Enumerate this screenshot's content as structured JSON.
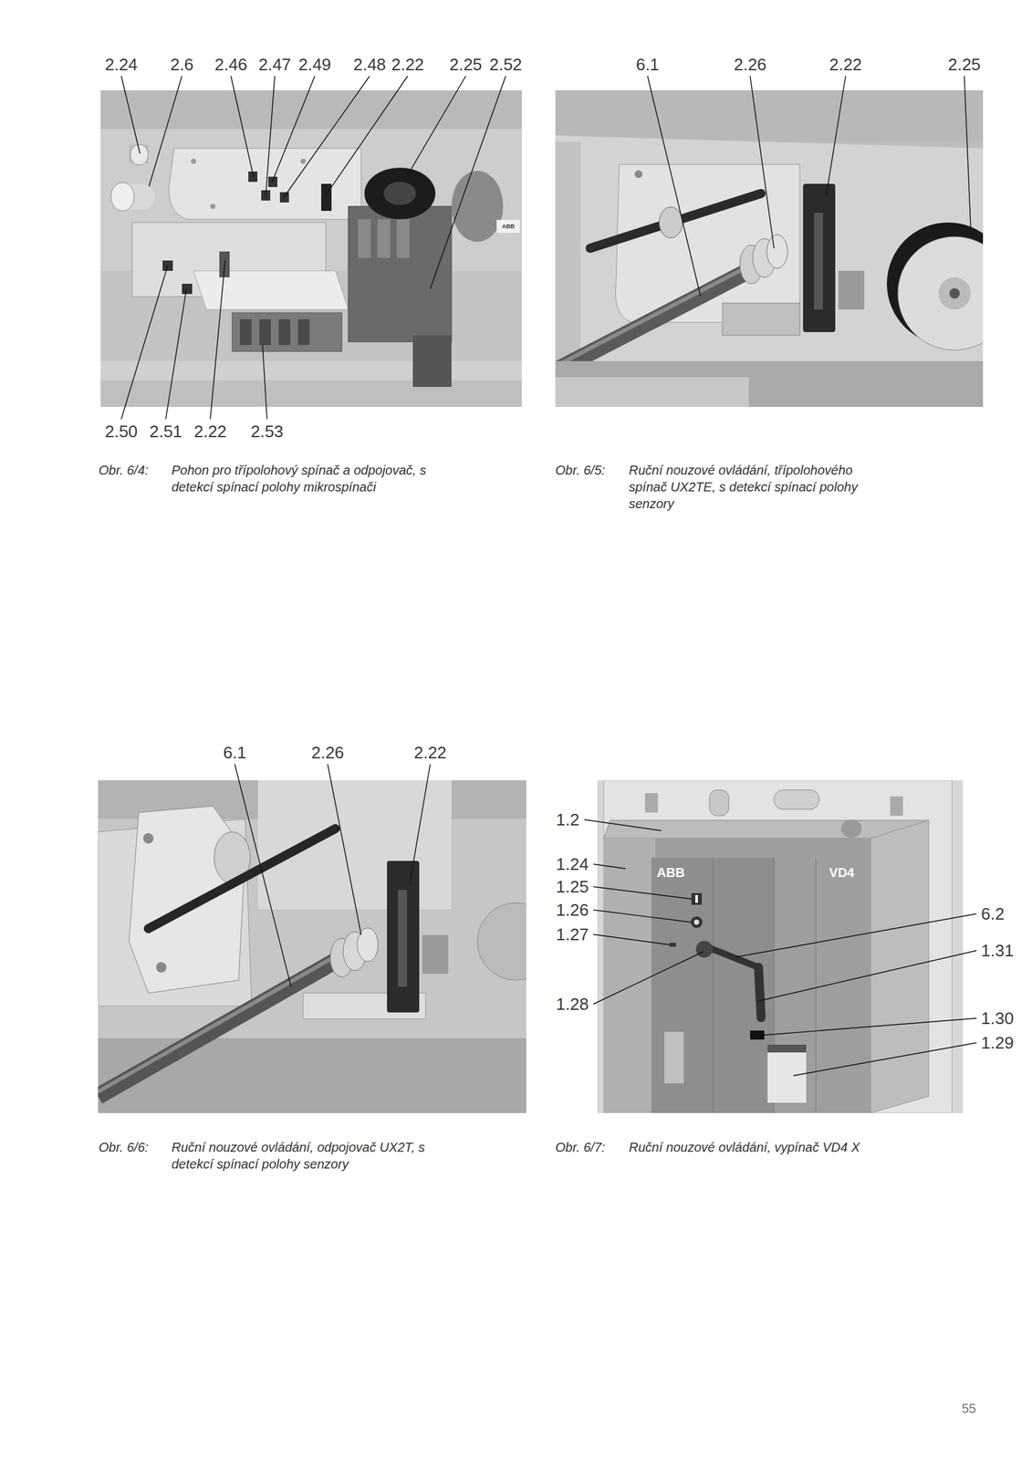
{
  "diagram": {
    "labels": [
      "2.24",
      "2.6",
      "2.46",
      "2.47",
      "2.49",
      "2.48",
      "2.22",
      "2.25",
      "2.52",
      "ABB",
      "2.50",
      "2.51",
      "2.22",
      "2.53",
      "Obr. 6/4:",
      "Pohon pro třípolohový spínač a odpojovač, s detekcí spínací polohy mikrospínači",
      "6.1",
      "2.26",
      "2.22",
      "2.25",
      "Obr. 6/5:",
      "Ruční nouzové ovládání, třípolohového spínač UX2TE, s detekcí spínací polohy senzory",
      "6.1",
      "2.26",
      "2.22",
      "Obr. 6/6:",
      "Ruční nouzové ovládání, odpojovač UX2T, s detekcí spínací polohy senzory",
      "1.2",
      "1.24",
      "1.25",
      "1.26",
      "1.27",
      "1.28",
      "ABB",
      "VD4",
      "6.2",
      "1.31",
      "1.30",
      "1.29",
      "Obr. 6/7:",
      "Ruční nouzové ovládání, vypínač VD4 X",
      "55"
    ]
  }
}
